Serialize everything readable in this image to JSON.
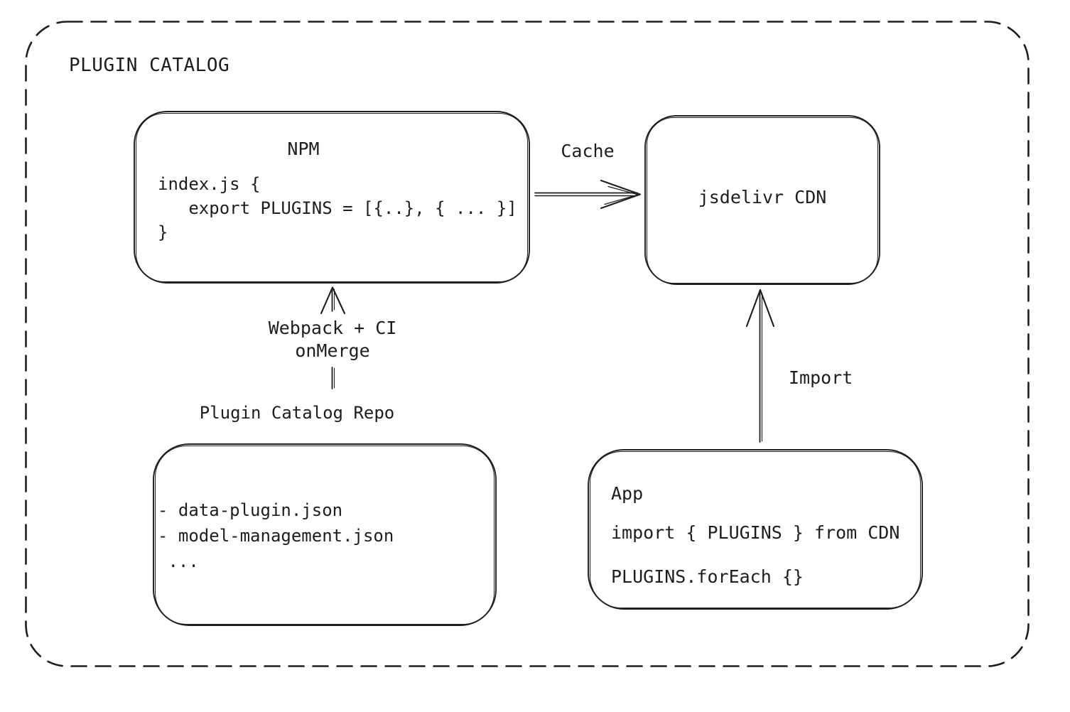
{
  "diagram": {
    "title": "PLUGIN CATALOG",
    "nodes": {
      "npm": {
        "title": "NPM",
        "code": "index.js {\n   export PLUGINS = [{..}, { ... }]\n}"
      },
      "cdn": {
        "label": "jsdelivr CDN"
      },
      "repo": {
        "label": "Plugin Catalog Repo",
        "files": "- data-plugin.json\n- model-management.json\n ..."
      },
      "app": {
        "title": "App",
        "code": "import { PLUGINS } from CDN\nPLUGINS.forEach {}"
      }
    },
    "edges": {
      "cache": {
        "label": "Cache"
      },
      "build": {
        "label": "Webpack + CI\nonMerge"
      },
      "import": {
        "label": "Import"
      }
    },
    "colors": {
      "stroke": "#1e1e1e",
      "background": "#ffffff"
    }
  }
}
